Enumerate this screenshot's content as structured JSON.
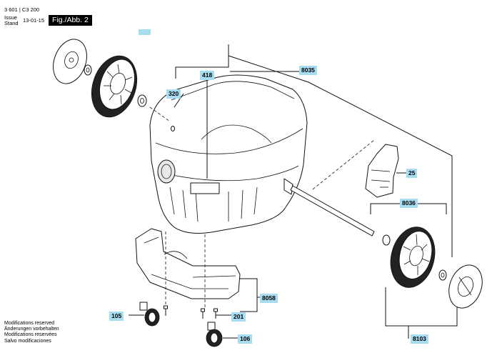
{
  "header": {
    "part_code_1": "3 601",
    "part_code_2": "C3 200",
    "issue_label_1": "Issue",
    "issue_label_2": "Stand",
    "issue_date": "13-01-15",
    "figure_label": "Fig./Abb. 2"
  },
  "callouts": {
    "c418": "418",
    "c8035": "8035",
    "c320": "320",
    "c25": "25",
    "c8036": "8036",
    "c8058": "8058",
    "c105": "105",
    "c201": "201",
    "c106": "106",
    "c8103": "8103"
  },
  "footer": {
    "line1": "Modifications reserved",
    "line2": "Änderungen vorbehalten",
    "line3": "Modifications reservées",
    "line4": "Salvo modificaciones"
  },
  "colors": {
    "callout_bg": "#a8dcf0",
    "line": "#111111",
    "figure_label_bg": "#000000"
  }
}
